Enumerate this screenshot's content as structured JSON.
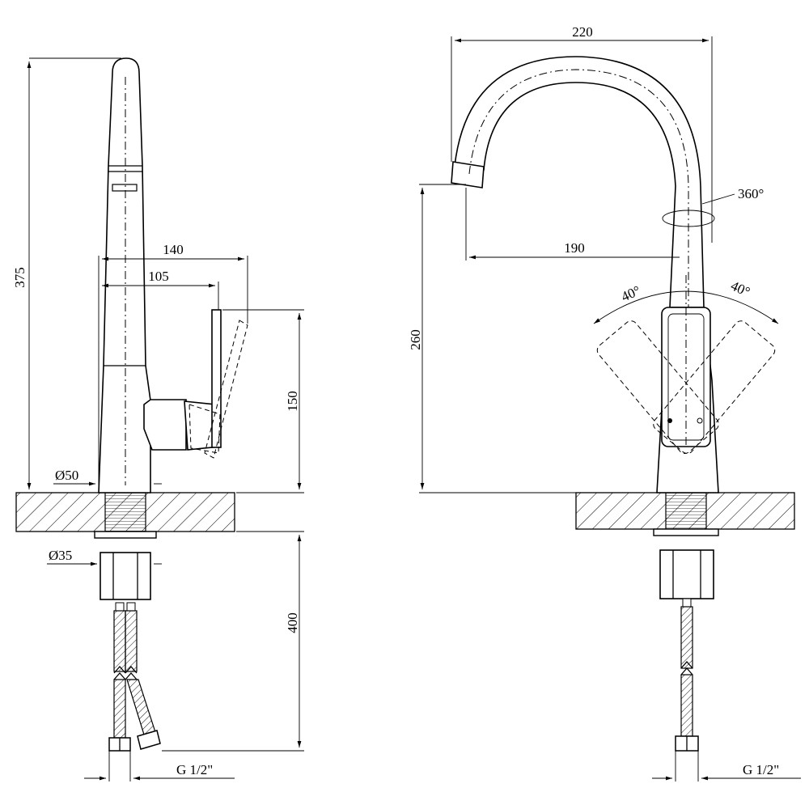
{
  "dimensions": {
    "side_height": "375",
    "side_handle_reach": "140",
    "side_body_reach": "105",
    "side_handle_height": "150",
    "side_base_diameter": "Ø50",
    "side_shank_diameter": "Ø35",
    "side_hose_length": "400",
    "side_thread": "G 1/2\"",
    "front_width": "220",
    "front_spout_reach": "190",
    "front_spout_height": "260",
    "front_rotation": "360°",
    "front_lever_left": "40°",
    "front_lever_right": "40°",
    "front_thread": "G 1/2\""
  }
}
